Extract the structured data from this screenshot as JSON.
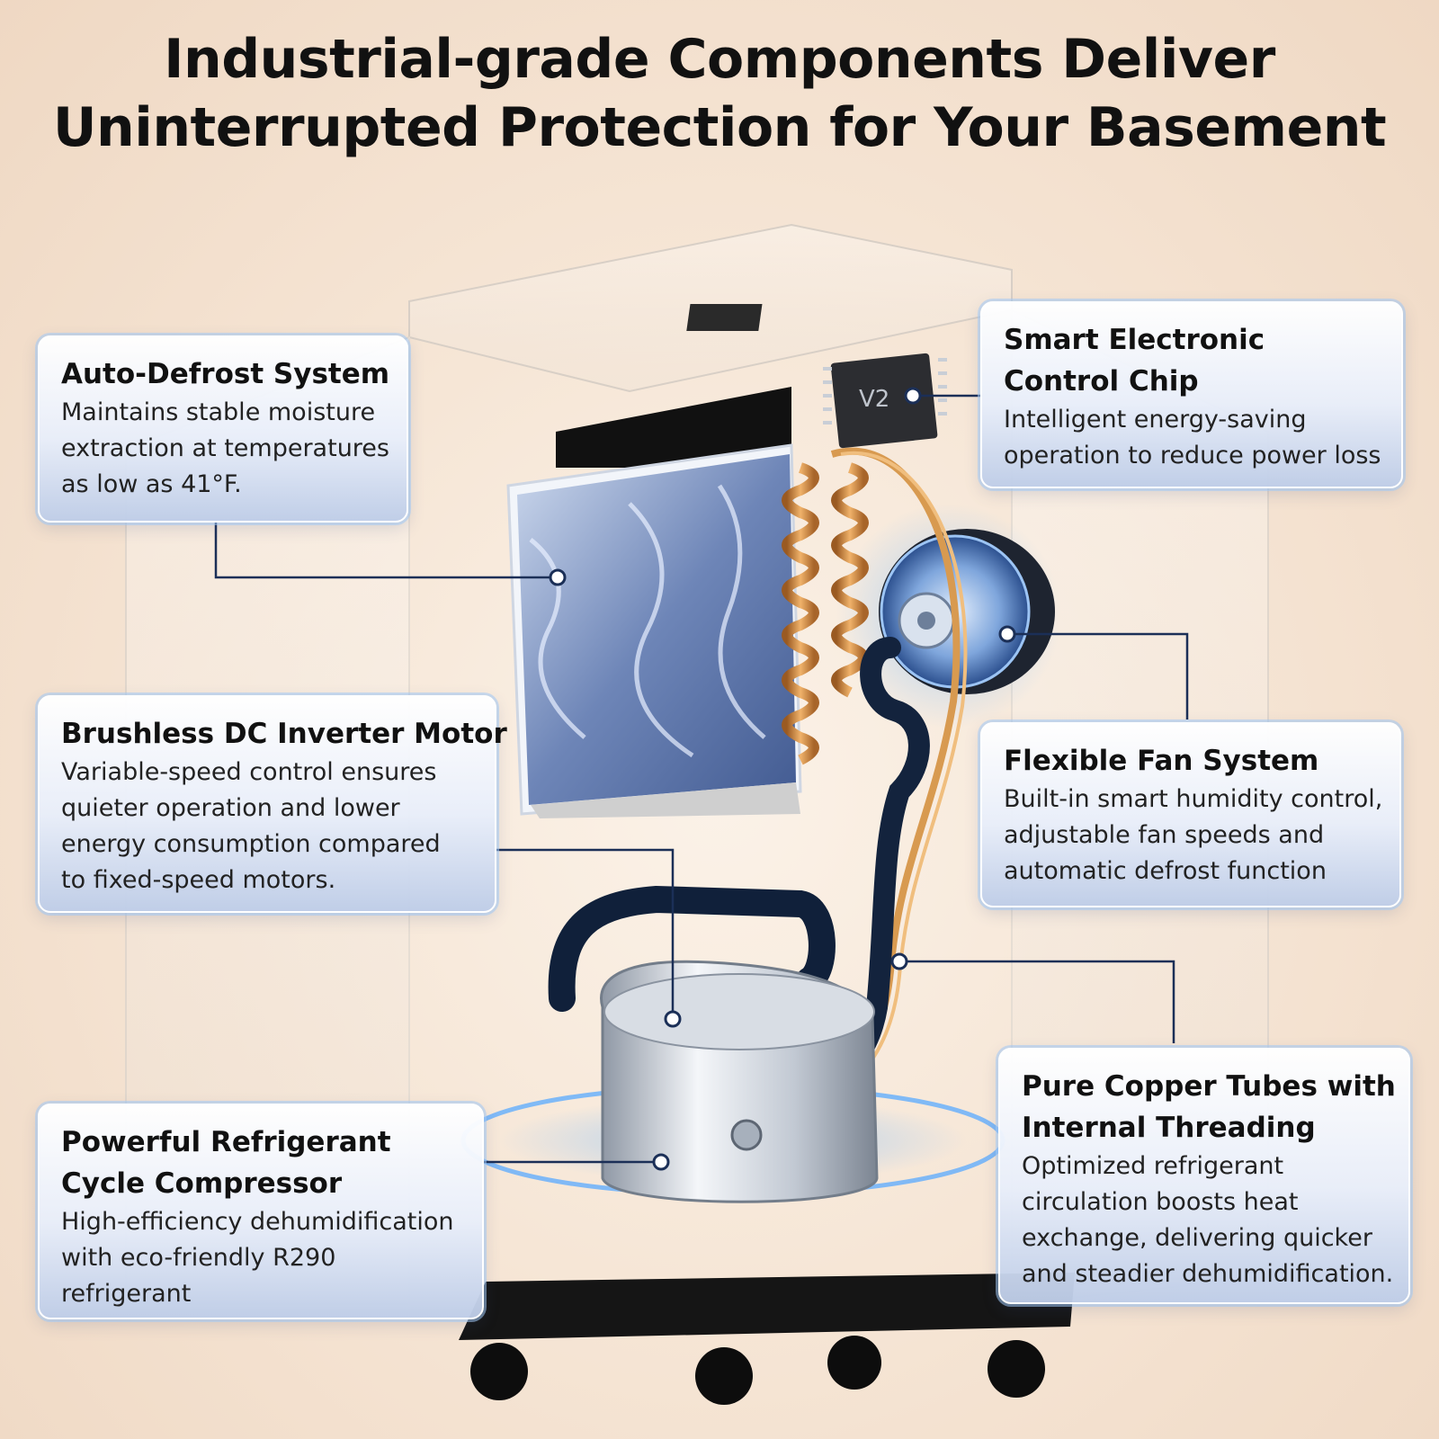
{
  "headline": {
    "line1": "Industrial-grade Components Deliver",
    "line2": "Uninterrupted Protection for Your Basement"
  },
  "chip_label": "V2",
  "features": [
    {
      "id": "auto-defrost",
      "title_lines": [
        "Auto-Defrost System"
      ],
      "desc_lines": [
        "Maintains stable moisture",
        "extraction at temperatures",
        "as low as 41°F."
      ]
    },
    {
      "id": "smart-chip",
      "title_lines": [
        "Smart Electronic",
        "Control Chip"
      ],
      "desc_lines": [
        "Intelligent energy-saving",
        "operation to reduce power loss"
      ]
    },
    {
      "id": "brushless-motor",
      "title_lines": [
        "Brushless DC Inverter Motor"
      ],
      "desc_lines": [
        "Variable-speed control ensures",
        "quieter operation and lower",
        "energy consumption compared",
        "to fixed-speed motors."
      ]
    },
    {
      "id": "fan-system",
      "title_lines": [
        "Flexible Fan System"
      ],
      "desc_lines": [
        "Built-in smart humidity control,",
        "adjustable fan speeds and",
        "automatic defrost function"
      ]
    },
    {
      "id": "compressor",
      "title_lines": [
        "Powerful Refrigerant",
        "Cycle Compressor"
      ],
      "desc_lines": [
        "High-efficiency dehumidification",
        "with eco-friendly R290",
        "refrigerant"
      ]
    },
    {
      "id": "copper-tubes",
      "title_lines": [
        "Pure Copper Tubes with",
        "Internal Threading"
      ],
      "desc_lines": [
        "Optimized refrigerant",
        "circulation boosts heat",
        "exchange, delivering quicker",
        "and steadier dehumidification."
      ]
    }
  ]
}
